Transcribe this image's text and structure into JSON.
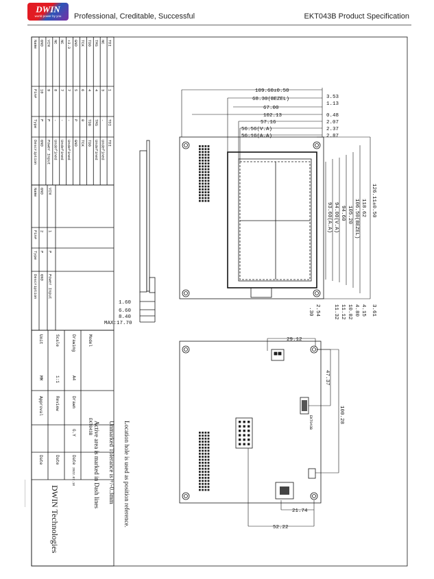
{
  "header": {
    "logo_text": "DWIN",
    "logo_sub": "world power by you",
    "tagline": "Professional, Creditable, Successful",
    "doc_title": "EKT043B Product Specification"
  },
  "pin_table_1": {
    "headers": [
      "Name",
      "Pin#",
      "Type",
      "Description"
    ],
    "rows": [
      [
        "GND",
        "10",
        "P",
        "GND"
      ],
      [
        "VIN",
        "9",
        "P",
        "Power Input"
      ],
      [
        "NC",
        "8",
        "-",
        "Undefined"
      ],
      [
        "NC",
        "7",
        "-",
        "Undefined"
      ],
      [
        "+3.3",
        "7",
        "-",
        "Undefined"
      ],
      [
        "GND",
        "5",
        "P",
        "GND"
      ],
      [
        "TCK",
        "6",
        "0",
        "TCK"
      ],
      [
        "TDO",
        "4",
        "TDO",
        "TDO"
      ],
      [
        "TMS",
        "4",
        "TMS",
        "Undefined"
      ],
      [
        "NC",
        "3",
        "-",
        "Undefined"
      ],
      [
        "TDI",
        "1",
        "TDI",
        "TDI"
      ]
    ]
  },
  "pin_table_2": {
    "headers": [
      "Name",
      "Pin#",
      "Type",
      "Description"
    ],
    "rows": [
      [
        "GND",
        "2",
        "P",
        "GND"
      ],
      [
        "VIN",
        "1",
        "P",
        "Power Input"
      ]
    ]
  },
  "title_block": {
    "model_label": "Model",
    "model_value": "EKT043B",
    "drawing_label": "Drawing",
    "drawing_value": "A4",
    "scale_label": "Scale",
    "scale_value": "1:1",
    "units_label": "Unit",
    "units_value": "MM",
    "drawn_label": "Drawn",
    "drawn_value": "G.Y",
    "date_label": "Date",
    "date_value": "2022.07.18",
    "review_label": "Review",
    "approval_label": "Approval",
    "company": "DWIN Technologies"
  },
  "notes": [
    "Location hole is used as position reference.",
    "Unmarked Tolerance is +/-0.3mm",
    "Active area is marked in Dash lines"
  ],
  "dimensions": {
    "top_width": "109.60±0.50",
    "bezel_width": "68.30(BEZEL)",
    "w67": "67.00",
    "w102": "102.13",
    "w57": "57.16",
    "va_w": "56.56(V.A)",
    "aa_w": "56.16(A.A)",
    "r353": "3.53",
    "r113": "1.13",
    "r048": "0.48",
    "r207": "2.07",
    "r237": "2.37",
    "r287": "2.87",
    "height_total": "126.11±0.50",
    "h118": "118.62",
    "h106": "106.50(BEZEL)",
    "h105": "105.20",
    "h94": "94.60",
    "va_h": "94.00(V.A)",
    "aa_h": "93.60(A.A)",
    "b361": "3.61",
    "b415": "4.15",
    "b480": "4.80",
    "b1082": "10.82",
    "b1112": "11.12",
    "b1132": "11.32",
    "b254": "2.54",
    "b030": ".30",
    "side_160": "1.60",
    "side_660": "6.60",
    "side_840": "8.40",
    "side_max": "MAX:17.70",
    "bot_2912": "29.12",
    "bot_4737": "47.37",
    "bot_10028": "100.28",
    "bot_2174": "21.74",
    "bot_5222": "52.22",
    "pcb_label": "EKT043B"
  }
}
